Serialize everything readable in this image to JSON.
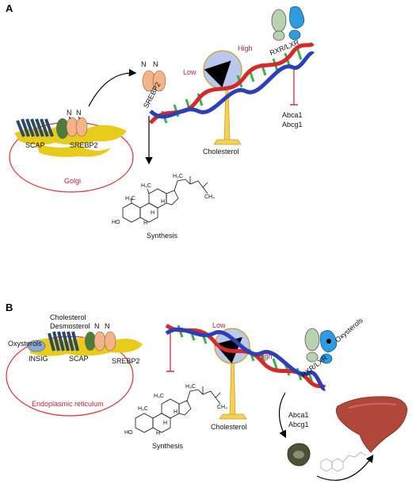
{
  "panels": {
    "a": {
      "letter": "A",
      "golgi": "Golgi",
      "scap": "SCAP",
      "srebp2_membrane": "SREBP2",
      "srebp2_free": "SREBP2",
      "n": "N",
      "low": "Low",
      "high": "High",
      "rxr_lxr": "RXR/LXR",
      "abca1": "Abca1",
      "abcg1": "Abcg1",
      "cholesterol": "Cholesterol",
      "synthesis": "Synthesis",
      "mol_h3c_1": "H₃C",
      "mol_h3c_2": "H₃C",
      "mol_h3c_3": "H₃C",
      "mol_ch3": "CH₃",
      "mol_h_1": "H",
      "mol_h_2": "H",
      "mol_h_3": "H",
      "mol_ho": "HO"
    },
    "b": {
      "letter": "B",
      "cholesterol_top": "Cholesterol",
      "desmosterol": "Desmosterol",
      "oxysterols_left": "Oxysterols",
      "insig": "INSIG",
      "scap": "SCAP",
      "srebp2": "SREBP2",
      "er": "Endoplasmic reticulum",
      "n": "N",
      "low": "Low",
      "high": "High",
      "rxr_lxr": "RXR/LXR",
      "oxysterols_right": "Oxysterols",
      "abca1": "Abca1",
      "abcg1": "Abcg1",
      "cholesterol": "Cholesterol",
      "synthesis": "Synthesis",
      "mol_h3c_1": "H₃C",
      "mol_h3c_2": "H₃C",
      "mol_h3c_3": "H₃C",
      "mol_ch3": "CH₃",
      "mol_h_1": "H",
      "mol_h_2": "H",
      "mol_h_3": "H",
      "mol_ho": "HO"
    }
  },
  "colors": {
    "membrane": "#e8cc1c",
    "organelle_outline": "#e03030",
    "srebp": "#f4b48a",
    "scap": "#2d4a63",
    "scap_domain": "#4e7a3a",
    "insig": "#8fa9d6",
    "sensor_ball": "#b9c8ec",
    "seesaw_stand": "#f6cf55",
    "dna_red": "#d42a2a",
    "dna_blue": "#2a3fb8",
    "dna_rungs": "#36b34a",
    "rxr": "#b9d3b0",
    "lxr": "#2f9cdf",
    "inhibition": "#d23030",
    "liver": "#b0473a",
    "macrophage": "#4d5236"
  }
}
